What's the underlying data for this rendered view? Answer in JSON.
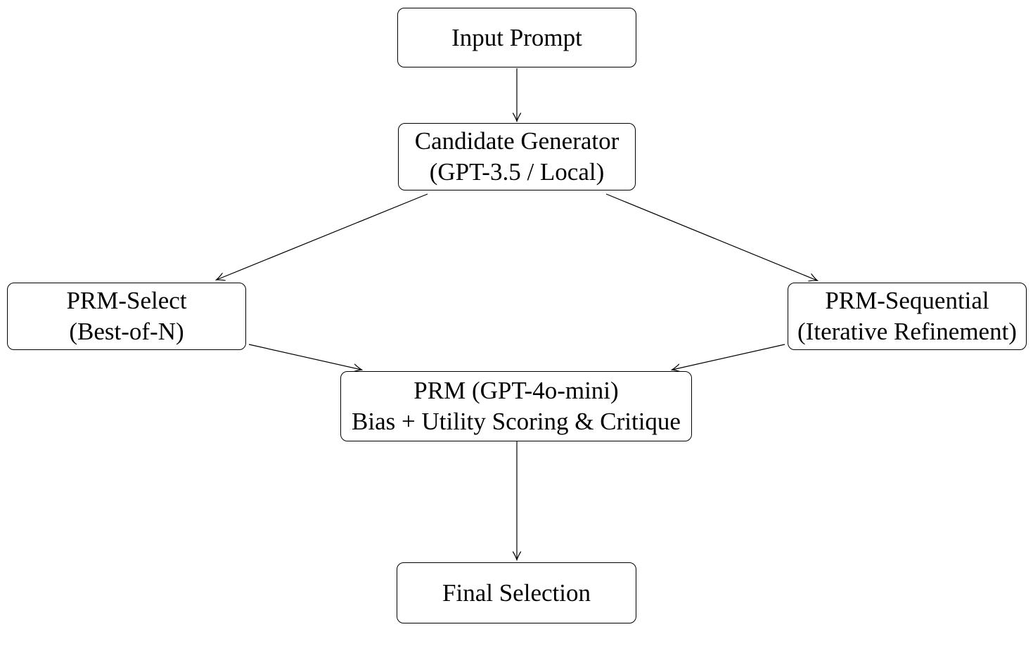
{
  "colors": {
    "background": "#ffffff",
    "node_border": "#000000",
    "node_fill": "#ffffff",
    "arrow": "#000000",
    "text": "#000000"
  },
  "nodes": {
    "input_prompt": {
      "line1": "Input Prompt"
    },
    "candidate_generator": {
      "line1": "Candidate Generator",
      "line2": "(GPT-3.5 / Local)"
    },
    "prm_select": {
      "line1": "PRM-Select",
      "line2": "(Best-of-N)"
    },
    "prm_sequential": {
      "line1": "PRM-Sequential",
      "line2": "(Iterative Refinement)"
    },
    "prm_scorer": {
      "line1": "PRM (GPT-4o-mini)",
      "line2": "Bias + Utility Scoring & Critique"
    },
    "final_selection": {
      "line1": "Final Selection"
    }
  },
  "edges": [
    {
      "from": "input_prompt",
      "to": "candidate_generator"
    },
    {
      "from": "candidate_generator",
      "to": "prm_select"
    },
    {
      "from": "candidate_generator",
      "to": "prm_sequential"
    },
    {
      "from": "prm_select",
      "to": "prm_scorer"
    },
    {
      "from": "prm_sequential",
      "to": "prm_scorer"
    },
    {
      "from": "prm_scorer",
      "to": "final_selection"
    }
  ]
}
